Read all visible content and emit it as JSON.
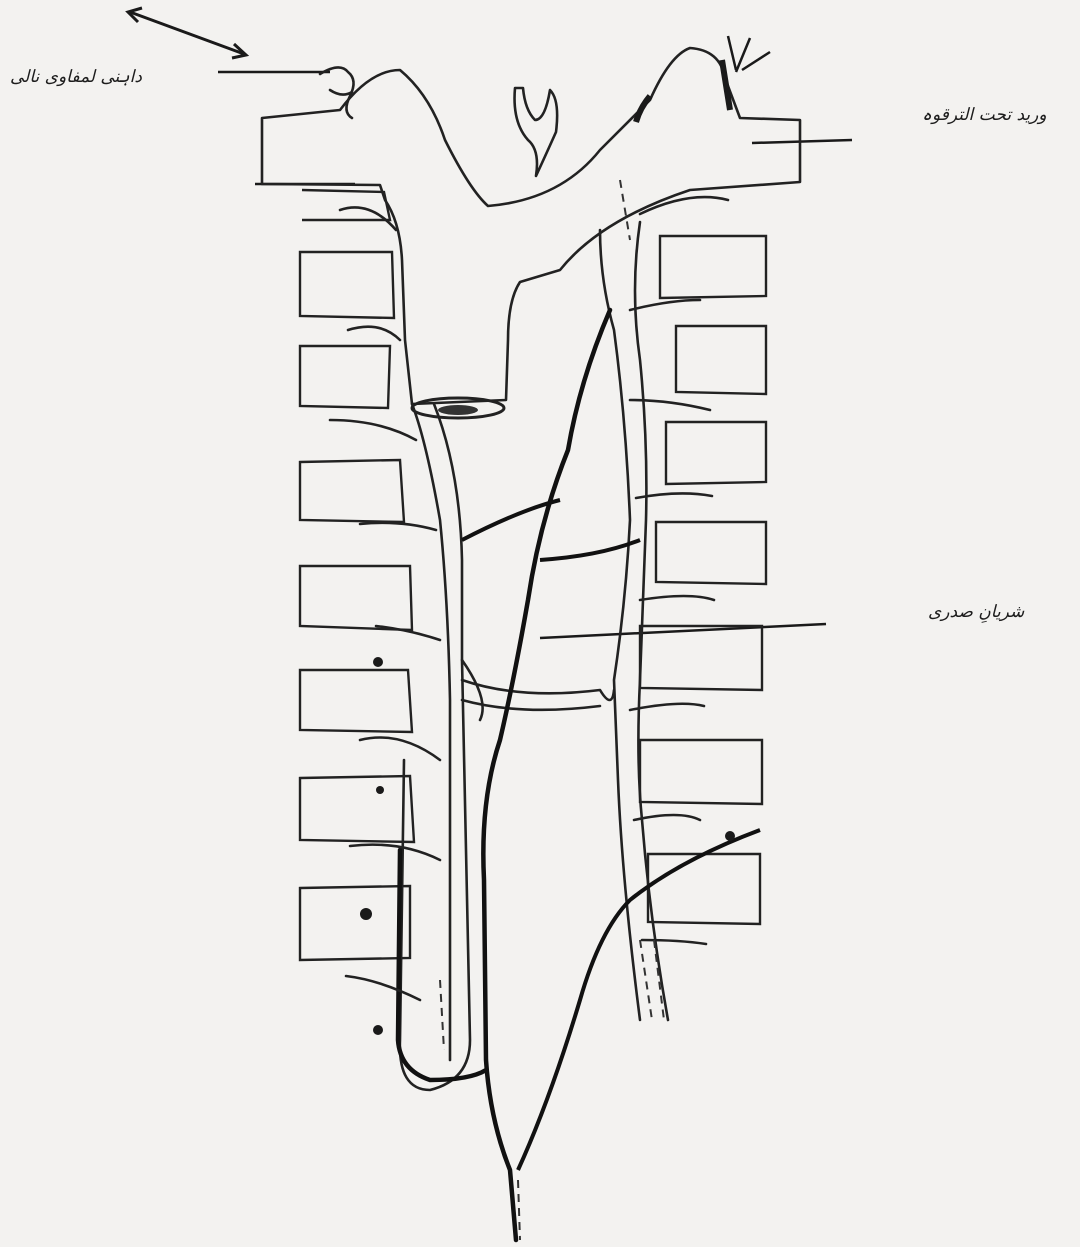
{
  "labels": {
    "thoracic_duct": "داہنی لمفاوی نالی",
    "subclavian_vein": "ورید تحت الترقوہ",
    "thoracic_aorta": "شریانِ صدری"
  },
  "colors": {
    "background": "#f3f2f0",
    "ink": "#1d1d1d"
  }
}
